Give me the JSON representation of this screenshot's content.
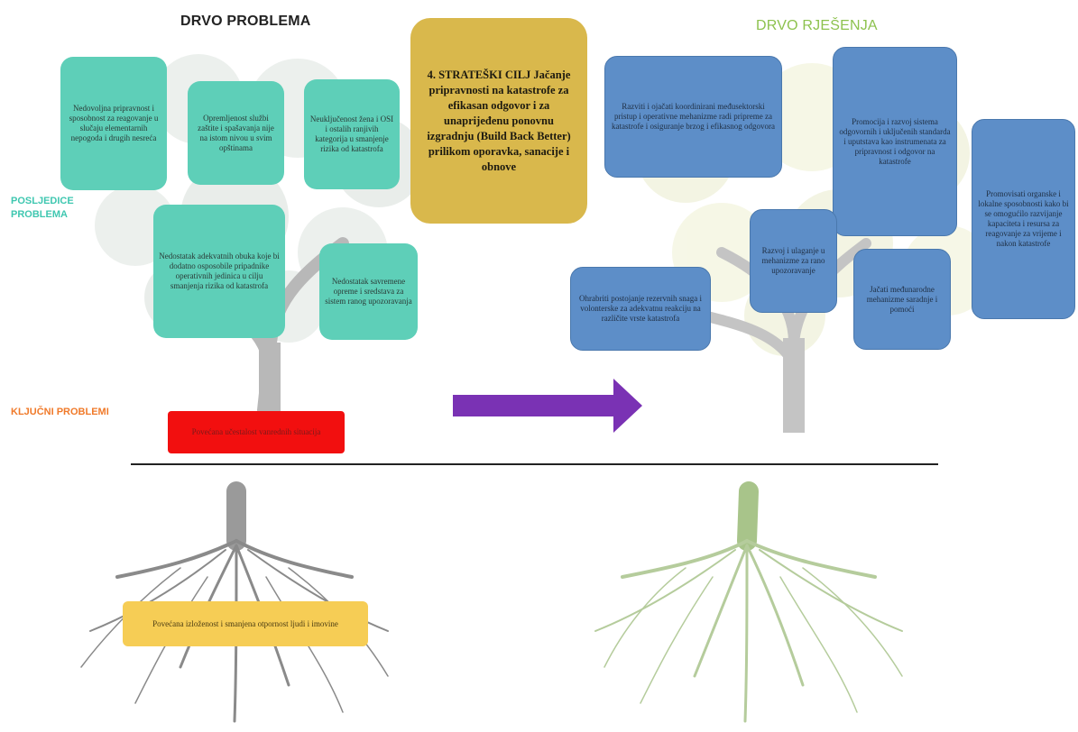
{
  "problem_tree": {
    "title": "DRVO PROBLEMA",
    "consequences_label": [
      "POSLJEDICE",
      "PROBLEMA"
    ],
    "key_problems_label": "KLJUČNI PROBLEMI",
    "consequences": [
      "Nedovoljna pripravnost i sposobnost za reagovanje u slučaju elementarnih nepogoda i drugih nesreća",
      "Opremljenost službi zaštite i spašavanja nije na istom nivou u svim opštinama",
      "Neuključenost žena i OSI i ostalih ranjivih kategorija u smanjenje rizika od katastrofa",
      "Nedostatak adekvatnih obuka koje bi dodatno osposobile pripadnike operativnih jedinica u cilju smanjenja rizika od katastrofa",
      "Nedostatak savremene opreme i sredstava za sistem ranog upozoravanja"
    ],
    "key_problem": "Povećana učestalost vanrednih situacija",
    "root_cause": "Povećana izloženost i smanjena otpornost ljudi i imovine"
  },
  "goal": {
    "text": "4. STRATEŠKI CILJ Jačanje pripravnosti na katastrofe za efikasan odgovor i za unaprijeđenu ponovnu izgradnju (Build Back Better) prilikom oporavka, sanacije i obnove"
  },
  "solution_tree": {
    "title": "DRVO RJEŠENJA",
    "solutions": [
      "Razviti i ojačati koordinirani međusektorski pristup i operativne mehanizme radi pripreme za katastrofe i osiguranje brzog i efikasnog odgovora",
      "Promocija i razvoj sistema odgovornih i uključenih standarda i uputstava kao instrumenata za pripravnost i odgovor na katastrofe",
      "Promovisati organske i lokalne sposobnosti kako bi se omogućilo razvijanje kapaciteta i resursa za reagovanje za vrijeme i nakon katastrofe",
      "Razvoj i ulaganje u mehanizme za rano upozoravanje",
      "Ohrabriti postojanje rezervnih snaga i volonterske za adekvatnu reakciju na različite vrste katastrofa",
      "Jačati međunarodne mehanizme saradnje i pomoći"
    ]
  },
  "colors": {
    "teal": "#5ecfb8",
    "blue": "#5d8ec8",
    "goal": "#d9b84c",
    "red": "#f20f0f",
    "yellow": "#f6cd55",
    "arrow": "#7a32b4",
    "trunk_gray": "#b8b8b8",
    "trunk_green": "#a8c48a"
  }
}
